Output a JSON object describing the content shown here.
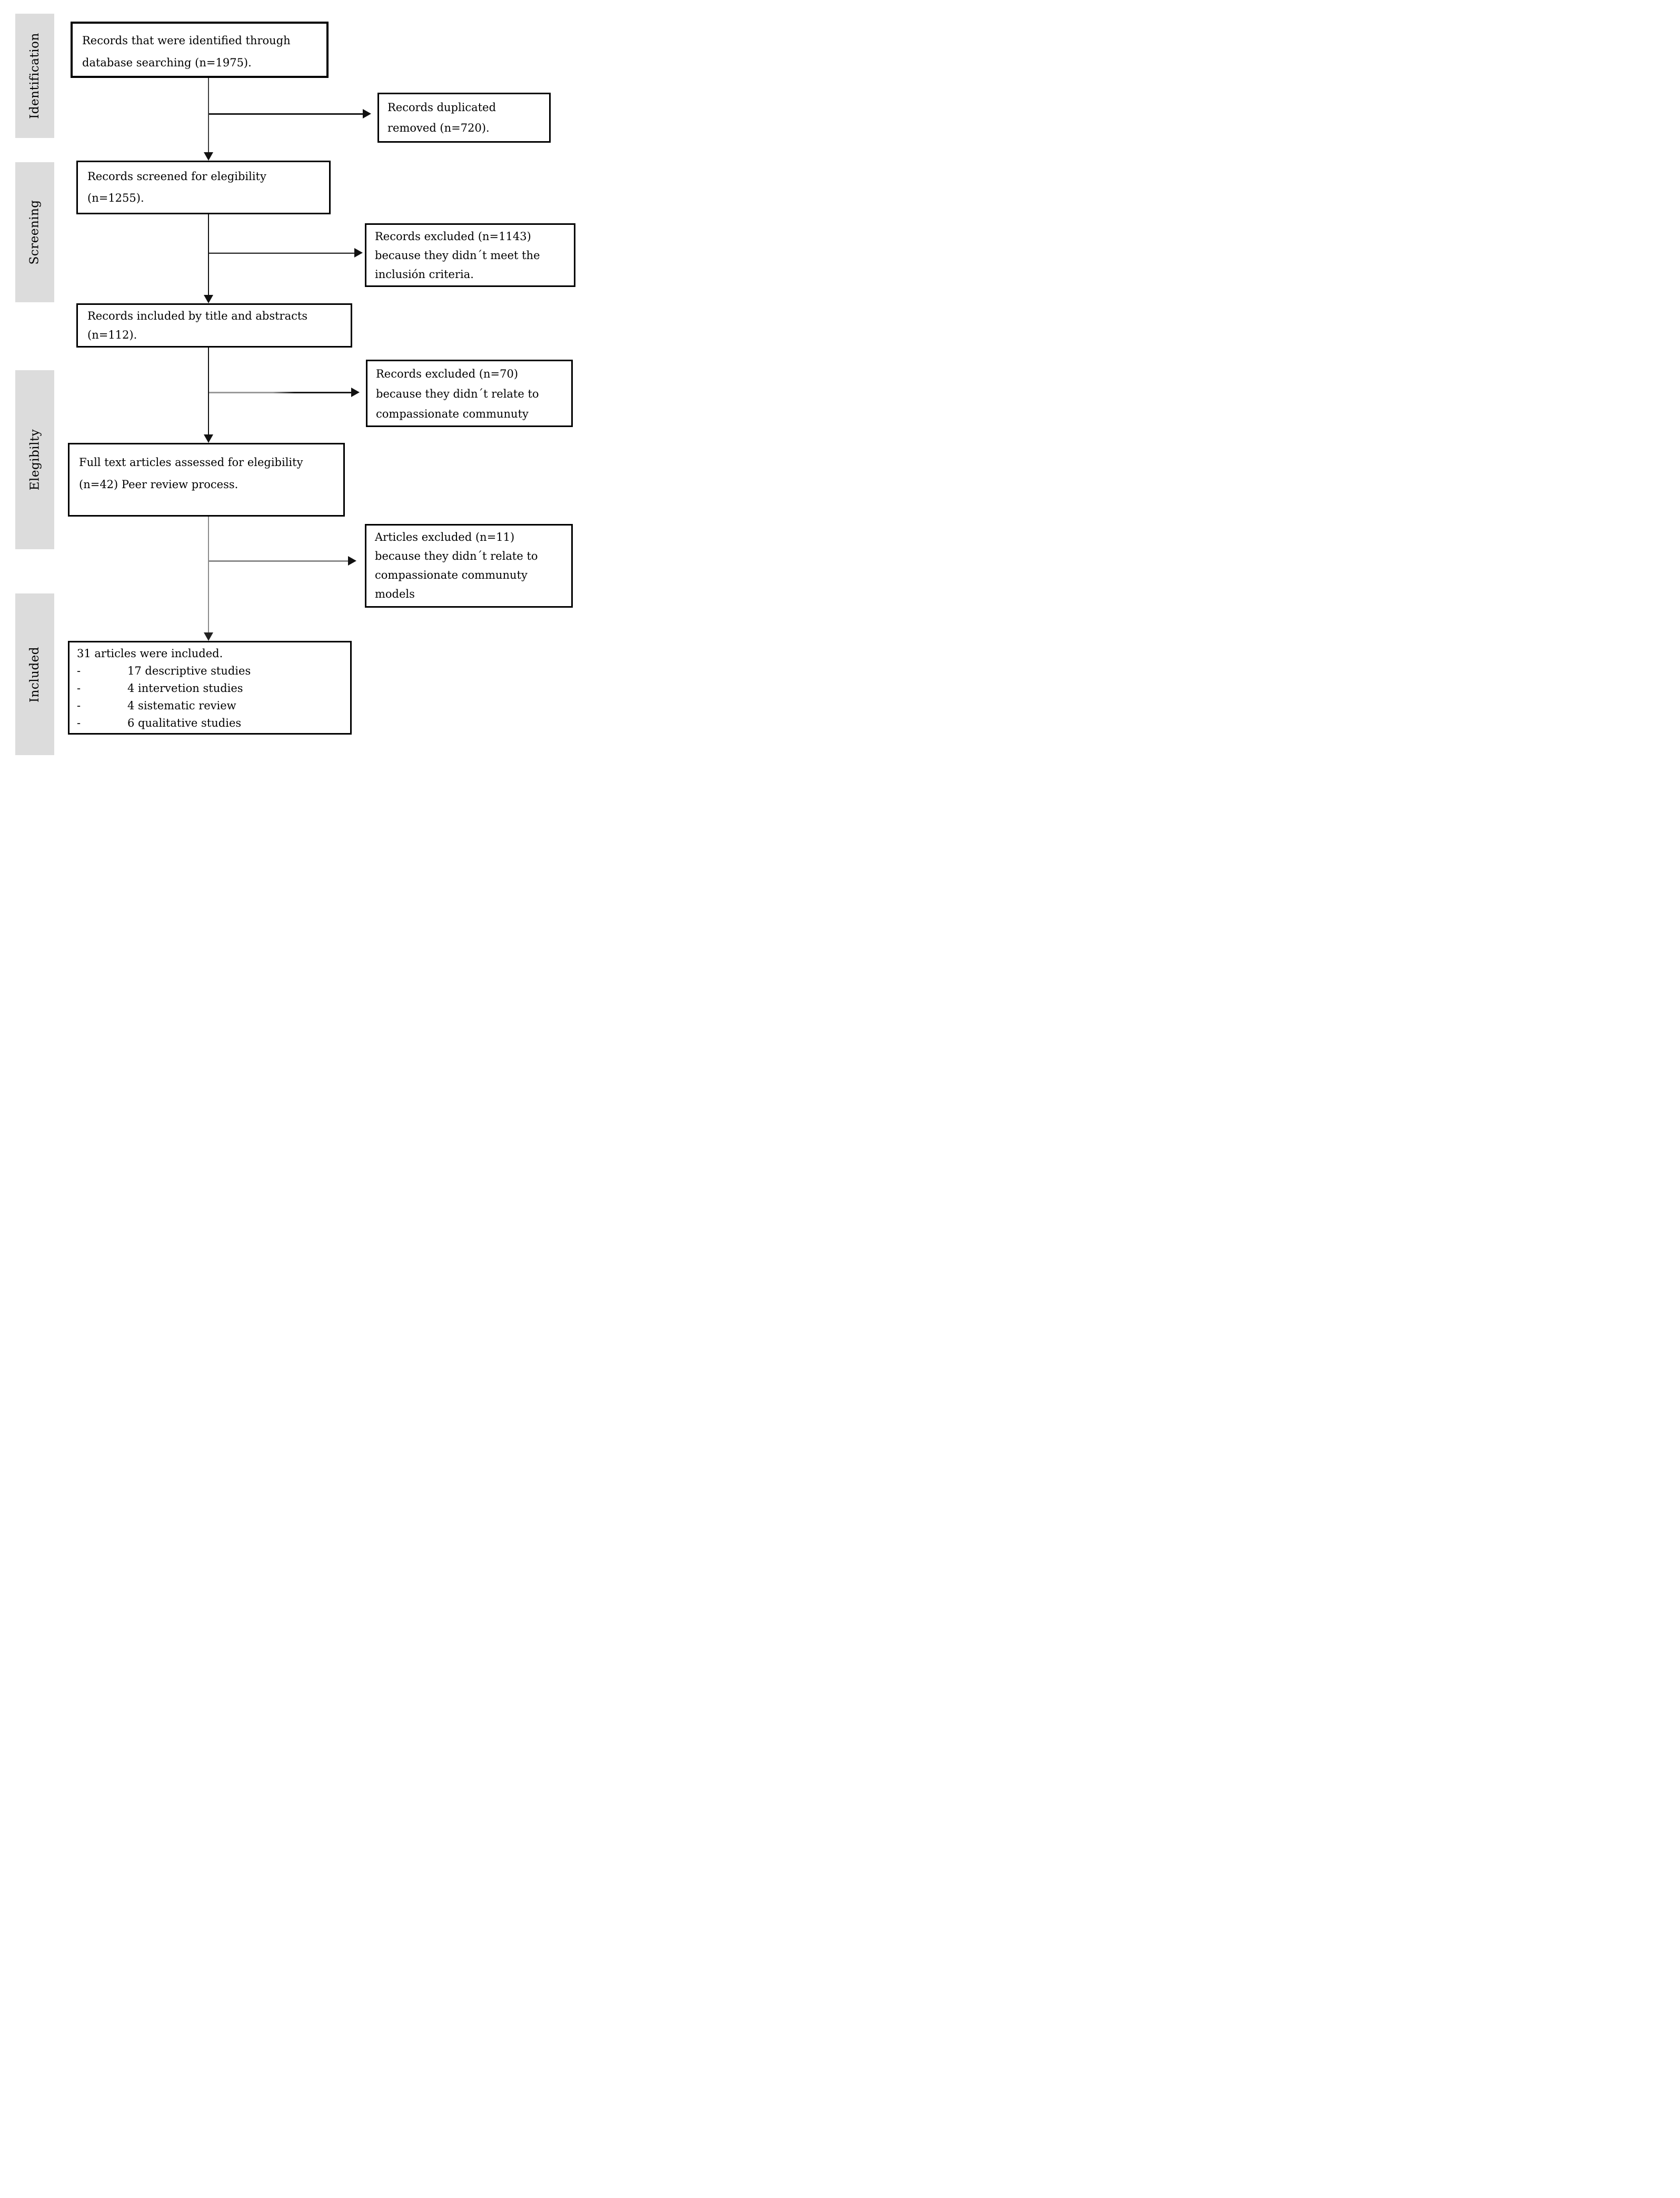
{
  "colors": {
    "stage_background": "#dcdcdc",
    "box_border": "#000000",
    "connector_dark": "#1a1a1a",
    "connector_muted": "#8a8a8a"
  },
  "stages": [
    {
      "label": "Identification"
    },
    {
      "label": "Screening"
    },
    {
      "label": "Elegibilty"
    },
    {
      "label": "Included"
    }
  ],
  "flow": {
    "identified": {
      "lines": [
        "Records that were identified through",
        "database searching (n=1975)."
      ]
    },
    "duplicates_removed": {
      "lines": [
        "Records duplicated",
        "removed (n=720)."
      ]
    },
    "screened": {
      "lines": [
        "Records screened for elegibility",
        "(n=1255)."
      ]
    },
    "excluded_screening": {
      "lines": [
        "Records excluded (n=1143)",
        "because they didn´t meet the",
        "inclusión criteria."
      ]
    },
    "included_title_abstracts": {
      "lines": [
        "Records included by title and abstracts",
        "(n=112)."
      ]
    },
    "excluded_not_related": {
      "lines": [
        "Records excluded (n=70)",
        "because they didn´t relate to",
        "compassionate communuty"
      ]
    },
    "fulltext_assessed": {
      "lines": [
        "Full text articles assessed for elegibility",
        "(n=42) Peer review process."
      ]
    },
    "articles_excluded": {
      "lines": [
        "Articles excluded (n=11)",
        "because they didn´t relate to",
        "compassionate communuty",
        "models"
      ]
    },
    "included_studies": {
      "title": "31 articles were included.",
      "bullets": [
        {
          "marker": "-",
          "text": "17 descriptive studies"
        },
        {
          "marker": "-",
          "text": "4 intervetion studies"
        },
        {
          "marker": "-",
          "text": "4 sistematic review"
        },
        {
          "marker": "-",
          "text": "6 qualitative studies"
        }
      ]
    }
  }
}
